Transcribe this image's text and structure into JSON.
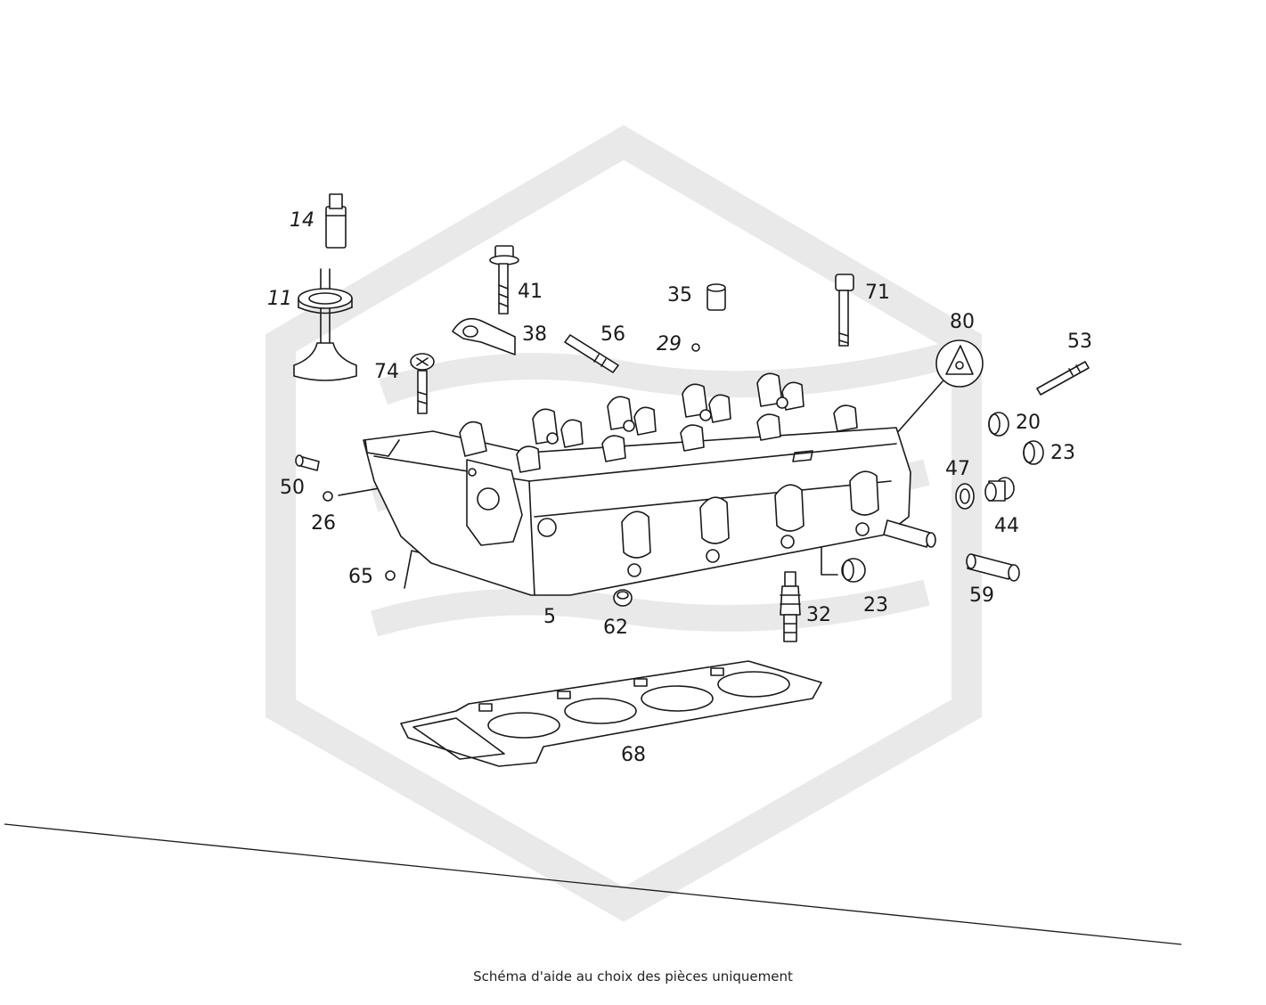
{
  "caption": "Schéma d'aide au choix des pièces uniquement",
  "colors": {
    "line": "#1a1a1a",
    "watermark": "#e9e9e9",
    "background": "#ffffff"
  },
  "parts": [
    {
      "id": "p14",
      "label": "14"
    },
    {
      "id": "p11",
      "label": "11"
    },
    {
      "id": "p41",
      "label": "41"
    },
    {
      "id": "p38",
      "label": "38"
    },
    {
      "id": "p56",
      "label": "56"
    },
    {
      "id": "p35",
      "label": "35"
    },
    {
      "id": "p29",
      "label": "29"
    },
    {
      "id": "p71",
      "label": "71"
    },
    {
      "id": "p80",
      "label": "80"
    },
    {
      "id": "p53",
      "label": "53"
    },
    {
      "id": "p74",
      "label": "74"
    },
    {
      "id": "p20",
      "label": "20"
    },
    {
      "id": "p23a",
      "label": "23"
    },
    {
      "id": "p47",
      "label": "47"
    },
    {
      "id": "p50",
      "label": "50"
    },
    {
      "id": "p26",
      "label": "26"
    },
    {
      "id": "p44",
      "label": "44"
    },
    {
      "id": "p65",
      "label": "65"
    },
    {
      "id": "p59",
      "label": "59"
    },
    {
      "id": "p23b",
      "label": "23"
    },
    {
      "id": "p5",
      "label": "5"
    },
    {
      "id": "p62",
      "label": "62"
    },
    {
      "id": "p32",
      "label": "32"
    },
    {
      "id": "p68",
      "label": "68"
    }
  ]
}
